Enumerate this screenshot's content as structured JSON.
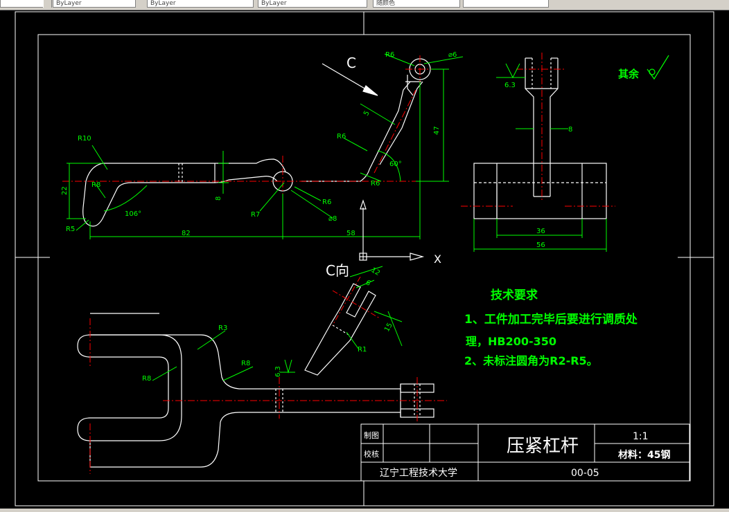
{
  "toolbar": {
    "layer_combo": "ByLayer",
    "linetype_combo": "ByLayer",
    "lineweight_combo": "ByLayer",
    "plotstyle_combo": "随颜色"
  },
  "view": {
    "label": "C",
    "direction_label": "C向",
    "x_axis": "X"
  },
  "dimensions": {
    "r10": "R10",
    "r8_left": "R8",
    "r5": "R5",
    "d22": "22",
    "a106": "106°",
    "d82": "82",
    "d8_small": "8",
    "r7": "R7",
    "r6_hole": "R6",
    "phi8": "⌀8",
    "d58": "58",
    "r6_elbow": "R6",
    "r6_top": "R6",
    "phi6": "⌀6",
    "d5": "5",
    "a60": "60°",
    "r6_arm": "R6",
    "d47": "47",
    "side_63": "6.3",
    "side_8": "8",
    "side_36": "36",
    "side_56": "56",
    "c_12": "12",
    "c_6": "6",
    "c_15": "15",
    "c_r1": "R1",
    "plan_r3": "R3",
    "plan_r8_a": "R8",
    "plan_r8_b": "R8",
    "plan_63": "6.3"
  },
  "roughness_note": "其余",
  "tech_requirements": {
    "heading": "技术要求",
    "line1": "1、工件加工完毕后要进行调质处",
    "line2": "理，HB200-350",
    "line3": "2、未标注圆角为R2-R5。"
  },
  "title_block": {
    "drawn_by": "制图",
    "checked_by": "校核",
    "part_name": "压紧杠杆",
    "scale": "1:1",
    "material": "材料：45钢",
    "school": "辽宁工程技术大学",
    "drawing_no": "00-05"
  },
  "colors": {
    "background": "#000000",
    "outline": "#ffffff",
    "dimension": "#00ff00",
    "centerline": "#ff0000",
    "text_green": "#00ff00",
    "cursor": "#ffffff"
  }
}
